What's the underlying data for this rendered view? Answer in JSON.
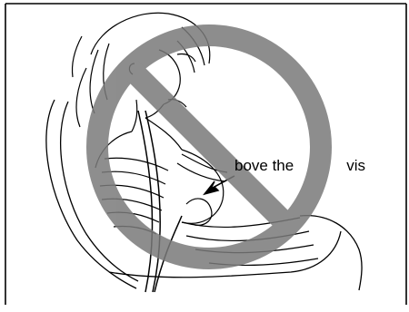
{
  "illustration": {
    "subject": "pregnant-woman-seat-belt-warning",
    "annotation_visible": "bove the",
    "annotation_tail_visible": "vis",
    "prohibition_color": "#7a7a7a",
    "line_color": "#000000",
    "background_color": "#ffffff"
  }
}
